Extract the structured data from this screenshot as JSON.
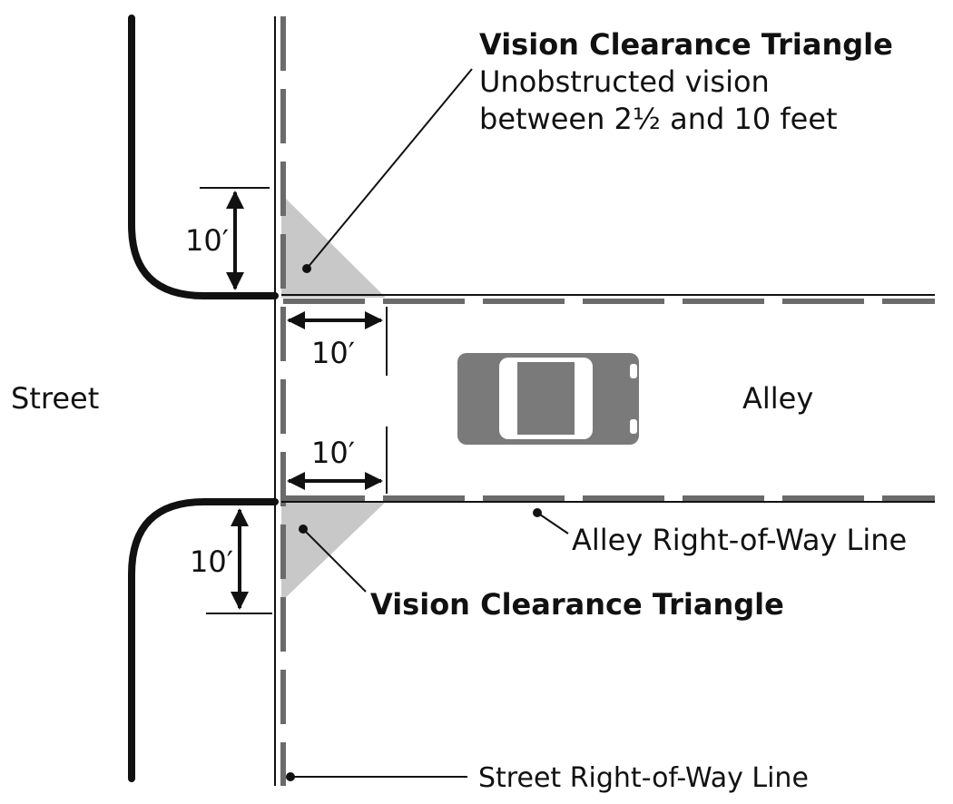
{
  "labels": {
    "top_triangle_title": "Vision Clearance Triangle",
    "top_triangle_desc_line1": "Unobstructed vision",
    "top_triangle_desc_line2": "between 2½ and 10 feet",
    "bottom_triangle_title": "Vision Clearance Triangle",
    "street": "Street",
    "alley": "Alley",
    "alley_row_line": "Alley Right-of-Way Line",
    "street_row_line": "Street Right-of-Way Line"
  },
  "dimensions": {
    "top_vertical": "10′",
    "top_horizontal": "10′",
    "bottom_horizontal": "10′",
    "bottom_vertical": "10′"
  },
  "colors": {
    "line": "#111111",
    "dash": "#6b6b6b",
    "triangle_fill": "#c8c8c8",
    "car_body": "#7a7a7a",
    "car_window": "#ffffff"
  }
}
